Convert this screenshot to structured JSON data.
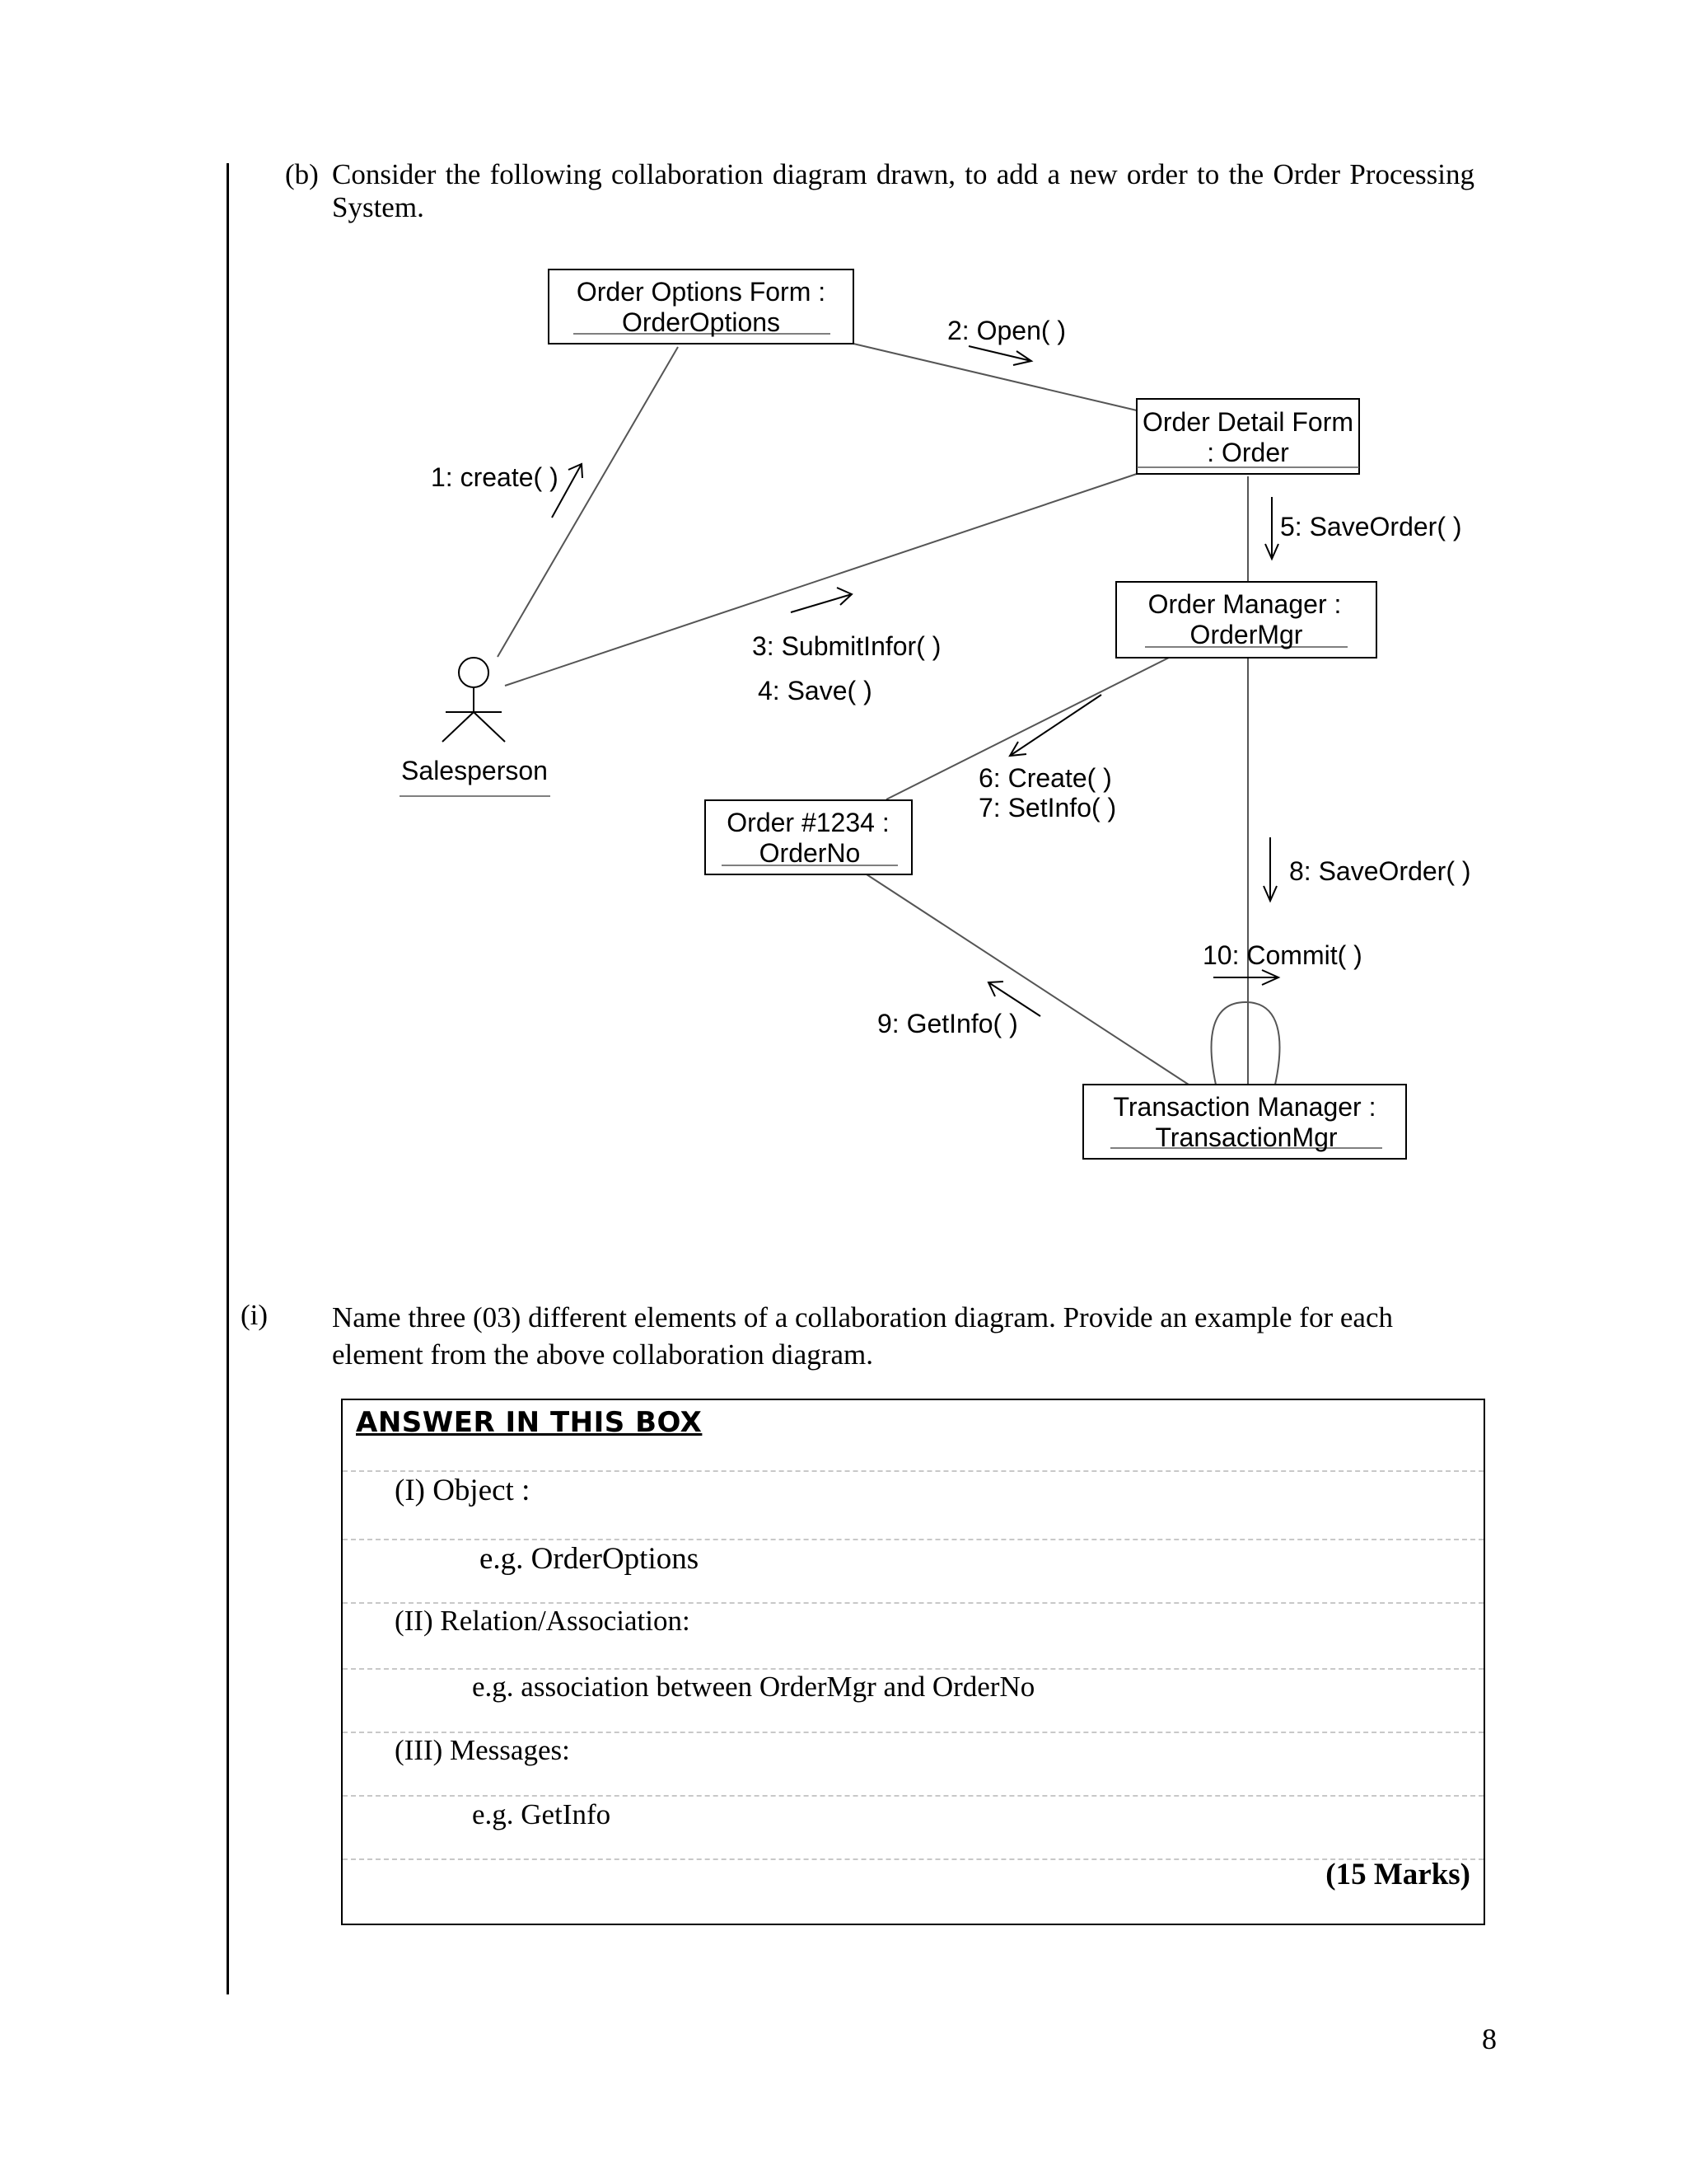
{
  "question": {
    "label": "(b)",
    "text": "Consider the following collaboration diagram drawn, to add a new order to the Order Processing System."
  },
  "diagram": {
    "objects": {
      "order_options": {
        "line1": "Order Options Form :",
        "line2": "OrderOptions"
      },
      "order_detail": {
        "line1": "Order Detail Form",
        "line2": ": Order"
      },
      "order_manager": {
        "line1": "Order Manager :",
        "line2": "OrderMgr"
      },
      "order_no": {
        "line1": "Order #1234 :",
        "line2": "OrderNo"
      },
      "transaction_manager": {
        "line1": "Transaction Manager :",
        "line2": "TransactionMgr"
      }
    },
    "actor": {
      "label": "Salesperson"
    },
    "messages": {
      "m1": "1: create( )",
      "m2": "2: Open( )",
      "m3": "3: SubmitInfor( )",
      "m4": "4: Save( )",
      "m5": "5: SaveOrder( )",
      "m6": "6: Create( )",
      "m7": "7: SetInfo( )",
      "m8": "8: SaveOrder( )",
      "m9": "9: GetInfo( )",
      "m10": "10: Commit( )"
    }
  },
  "subquestion": {
    "number": "(i)",
    "text": "Name three (03) different elements of a collaboration diagram. Provide an example for each element from the above collaboration diagram."
  },
  "answer_box": {
    "title": "ANSWER IN THIS BOX",
    "items": [
      {
        "heading": "(I) Object :",
        "example": "e.g. OrderOptions"
      },
      {
        "heading": "(II) Relation/Association:",
        "example": "e.g.  association between OrderMgr and OrderNo"
      },
      {
        "heading": "(III) Messages:",
        "example": "e.g. GetInfo"
      }
    ],
    "marks": "(15 Marks)"
  },
  "page_number": "8"
}
